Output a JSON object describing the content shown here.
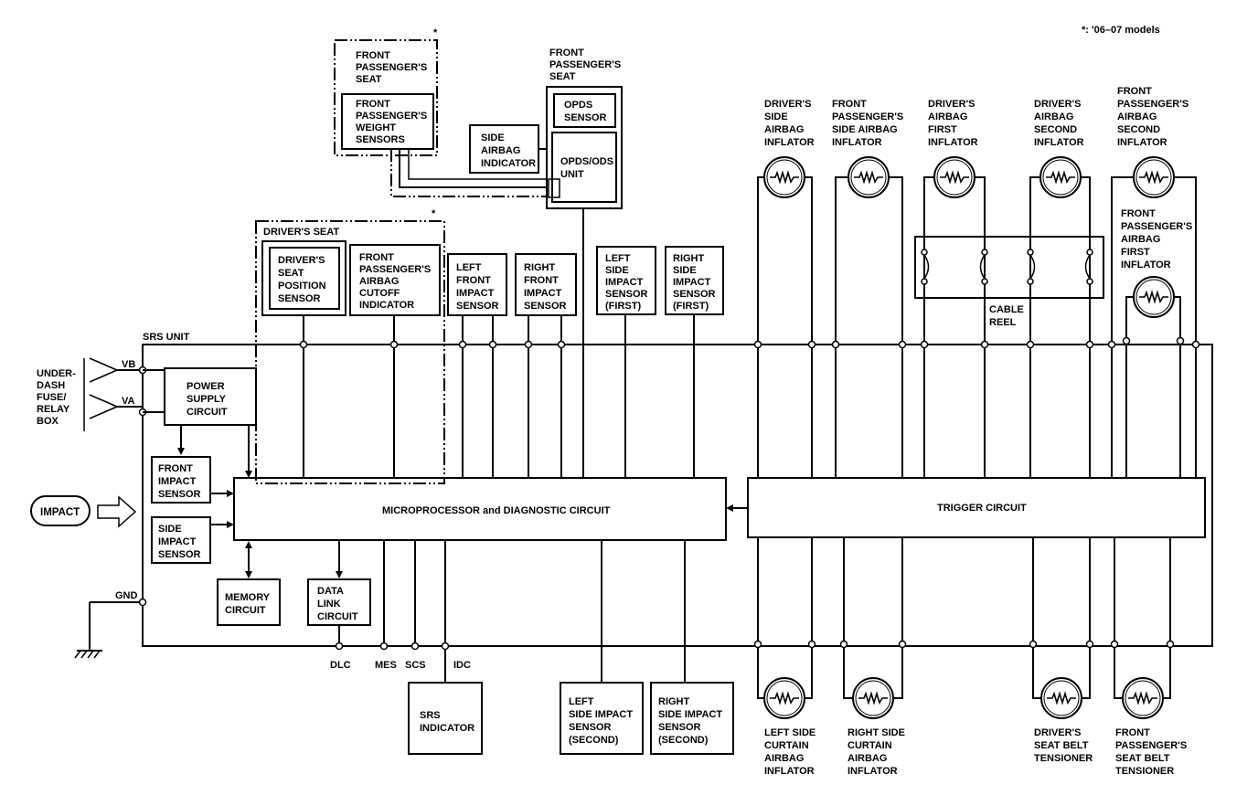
{
  "footnote": "*: '06–07 models",
  "asterisk": "*",
  "srs_unit": {
    "title": "SRS UNIT",
    "power_supply": [
      "POWER",
      "SUPPLY",
      "CIRCUIT"
    ],
    "front_impact": [
      "FRONT",
      "IMPACT",
      "SENSOR"
    ],
    "side_impact": [
      "SIDE",
      "IMPACT",
      "SENSOR"
    ],
    "microprocessor": "MICROPROCESSOR and DIAGNOSTIC CIRCUIT",
    "memory": [
      "MEMORY",
      "CIRCUIT"
    ],
    "data_link": [
      "DATA",
      "LINK",
      "CIRCUIT"
    ],
    "trigger": "TRIGGER CIRCUIT",
    "vb": "VB",
    "va": "VA",
    "gnd": "GND"
  },
  "under_dash": [
    "UNDER-",
    "DASH",
    "FUSE/",
    "RELAY",
    "BOX"
  ],
  "impact": "IMPACT",
  "terminals": {
    "dlc": "DLC",
    "mes": "MES",
    "scs": "SCS",
    "idc": "IDC"
  },
  "front_passenger_seat_group": {
    "title": [
      "FRONT",
      "PASSENGER'S",
      "SEAT"
    ],
    "weight": [
      "FRONT",
      "PASSENGER'S",
      "WEIGHT",
      "SENSORS"
    ]
  },
  "fp_seat_opds": {
    "title": [
      "FRONT",
      "PASSENGER'S",
      "SEAT"
    ],
    "opds_sensor": [
      "OPDS",
      "SENSOR"
    ],
    "opds_unit": [
      "OPDS/ODS",
      "UNIT"
    ]
  },
  "side_airbag_indicator": [
    "SIDE",
    "AIRBAG",
    "INDICATOR"
  ],
  "drivers_seat": {
    "title": "DRIVER'S SEAT",
    "position": [
      "DRIVER'S",
      "SEAT",
      "POSITION",
      "SENSOR"
    ]
  },
  "fp_airbag_cutoff": [
    "FRONT",
    "PASSENGER'S",
    "AIRBAG",
    "CUTOFF",
    "INDICATOR"
  ],
  "left_front_impact": [
    "LEFT",
    "FRONT",
    "IMPACT",
    "SENSOR"
  ],
  "right_front_impact": [
    "RIGHT",
    "FRONT",
    "IMPACT",
    "SENSOR"
  ],
  "left_side_impact_first": [
    "LEFT",
    "SIDE",
    "IMPACT",
    "SENSOR",
    "(FIRST)"
  ],
  "right_side_impact_first": [
    "RIGHT",
    "SIDE",
    "IMPACT",
    "SENSOR",
    "(FIRST)"
  ],
  "srs_indicator": [
    "SRS",
    "INDICATOR"
  ],
  "left_side_impact_second": [
    "LEFT",
    "SIDE IMPACT",
    "SENSOR",
    "(SECOND)"
  ],
  "right_side_impact_second": [
    "RIGHT",
    "SIDE IMPACT",
    "SENSOR",
    "(SECOND)"
  ],
  "cable_reel": [
    "CABLE",
    "REEL"
  ],
  "top_inflators": [
    {
      "label": [
        "DRIVER'S",
        "SIDE",
        "AIRBAG",
        "INFLATOR"
      ],
      "icon": "resistor-icon"
    },
    {
      "label": [
        "FRONT",
        "PASSENGER'S",
        "SIDE AIRBAG",
        "INFLATOR"
      ],
      "icon": "resistor-icon"
    },
    {
      "label": [
        "DRIVER'S",
        "AIRBAG",
        "FIRST",
        "INFLATOR"
      ],
      "icon": "resistor-icon"
    },
    {
      "label": [
        "DRIVER'S",
        "AIRBAG",
        "SECOND",
        "INFLATOR"
      ],
      "icon": "resistor-icon"
    },
    {
      "label": [
        "FRONT",
        "PASSENGER'S",
        "AIRBAG",
        "SECOND",
        "INFLATOR"
      ],
      "icon": "resistor-icon"
    }
  ],
  "fp_airbag_first_inflator": [
    "FRONT",
    "PASSENGER'S",
    "AIRBAG",
    "FIRST",
    "INFLATOR"
  ],
  "bottom_inflators": [
    {
      "label": [
        "LEFT SIDE",
        "CURTAIN",
        "AIRBAG",
        "INFLATOR"
      ],
      "icon": "resistor-icon"
    },
    {
      "label": [
        "RIGHT SIDE",
        "CURTAIN",
        "AIRBAG",
        "INFLATOR"
      ],
      "icon": "resistor-icon"
    },
    {
      "label": [
        "DRIVER'S",
        "SEAT BELT",
        "TENSIONER"
      ],
      "icon": "resistor-icon"
    },
    {
      "label": [
        "FRONT",
        "PASSENGER'S",
        "SEAT BELT",
        "TENSIONER"
      ],
      "icon": "resistor-icon"
    }
  ]
}
